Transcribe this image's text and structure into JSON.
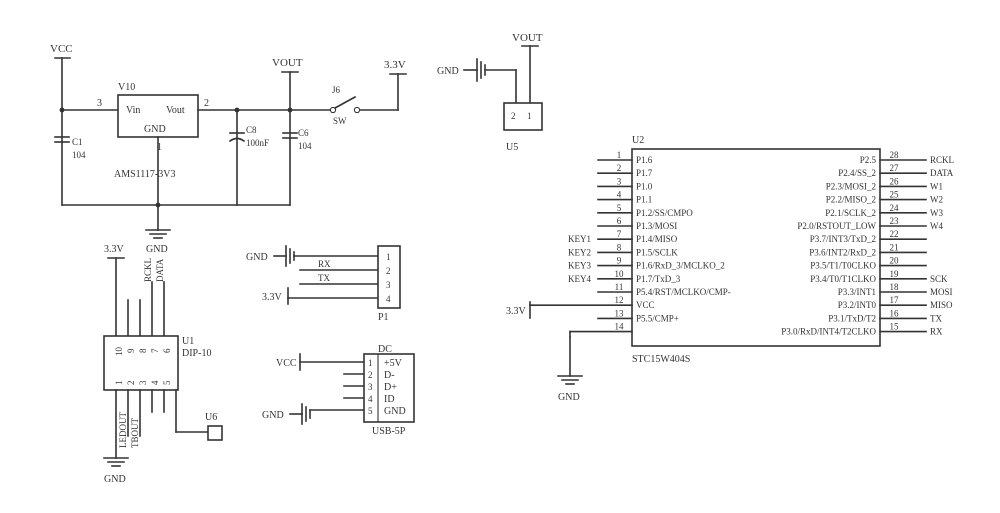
{
  "power": {
    "vcc": "VCC",
    "vout": "VOUT",
    "v33": "3.3V",
    "gnd": "GND"
  },
  "regulator": {
    "ref": "V10",
    "vin": "Vin",
    "vout": "Vout",
    "gnd": "GND",
    "part": "AMS1117-3V3",
    "pin_in": "3",
    "pin_out": "2",
    "pin_gnd": "1"
  },
  "c1": {
    "ref": "C1",
    "value": "104"
  },
  "c8": {
    "ref": "C8",
    "value": "100nF"
  },
  "c6": {
    "ref": "C6",
    "value": "104"
  },
  "switch": {
    "ref": "J6",
    "label": "SW"
  },
  "u5": {
    "ref": "U5",
    "pin1": "1",
    "pin2": "2"
  },
  "u1": {
    "ref": "U1",
    "part": "DIP-10",
    "top_pins": [
      "10",
      "9",
      "8",
      "7",
      "6"
    ],
    "bottom_pins": [
      "1",
      "2",
      "3",
      "4",
      "5"
    ],
    "signals": [
      "RCKL",
      "DATA",
      "LEDOUT",
      "TBOUT"
    ]
  },
  "u6": {
    "ref": "U6"
  },
  "p1": {
    "ref": "P1",
    "pins": [
      "1",
      "2",
      "3",
      "4"
    ],
    "rx": "RX",
    "tx": "TX"
  },
  "usb": {
    "header": "DC",
    "ref": "USB-5P",
    "pins": [
      "1",
      "2",
      "3",
      "4",
      "5"
    ],
    "labels": [
      "+5V",
      "D-",
      "D+",
      "ID",
      "GND"
    ]
  },
  "mcu": {
    "ref": "U2",
    "part": "STC15W404S",
    "left": [
      {
        "pin": "1",
        "label": "P1.6",
        "net": ""
      },
      {
        "pin": "2",
        "label": "P1.7",
        "net": ""
      },
      {
        "pin": "3",
        "label": "P1.0",
        "net": ""
      },
      {
        "pin": "4",
        "label": "P1.1",
        "net": ""
      },
      {
        "pin": "5",
        "label": "P1.2/SS/CMPO",
        "net": ""
      },
      {
        "pin": "6",
        "label": "P1.3/MOSI",
        "net": ""
      },
      {
        "pin": "7",
        "label": "P1.4/MISO",
        "net": "KEY1"
      },
      {
        "pin": "8",
        "label": "P1.5/SCLK",
        "net": "KEY2"
      },
      {
        "pin": "9",
        "label": "P1.6/RxD_3/MCLKO_2",
        "net": "KEY3"
      },
      {
        "pin": "10",
        "label": "P1.7/TxD_3",
        "net": "KEY4"
      },
      {
        "pin": "11",
        "label": "P5.4/RST/MCLKO/CMP-",
        "net": ""
      },
      {
        "pin": "12",
        "label": "VCC",
        "net": ""
      },
      {
        "pin": "13",
        "label": "P5.5/CMP+",
        "net": ""
      },
      {
        "pin": "14",
        "label": "",
        "net": ""
      }
    ],
    "right": [
      {
        "pin": "28",
        "label": "P2.5",
        "net": "RCKL"
      },
      {
        "pin": "27",
        "label": "P2.4/SS_2",
        "net": "DATA"
      },
      {
        "pin": "26",
        "label": "P2.3/MOSI_2",
        "net": "W1"
      },
      {
        "pin": "25",
        "label": "P2.2/MISO_2",
        "net": "W2"
      },
      {
        "pin": "24",
        "label": "P2.1/SCLK_2",
        "net": "W3"
      },
      {
        "pin": "23",
        "label": "P2.0/RSTOUT_LOW",
        "net": "W4"
      },
      {
        "pin": "22",
        "label": "P3.7/INT3/TxD_2",
        "net": ""
      },
      {
        "pin": "21",
        "label": "P3.6/INT2/RxD_2",
        "net": ""
      },
      {
        "pin": "20",
        "label": "P3.5/T1/T0CLKO",
        "net": ""
      },
      {
        "pin": "19",
        "label": "P3.4/T0/T1CLKO",
        "net": "SCK"
      },
      {
        "pin": "18",
        "label": "P3.3/INT1",
        "net": "MOSI"
      },
      {
        "pin": "17",
        "label": "P3.2/INT0",
        "net": "MISO"
      },
      {
        "pin": "16",
        "label": "P3.1/TxD/T2",
        "net": "TX"
      },
      {
        "pin": "15",
        "label": "P3.0/RxD/INT4/T2CLKO",
        "net": "RX"
      }
    ]
  }
}
